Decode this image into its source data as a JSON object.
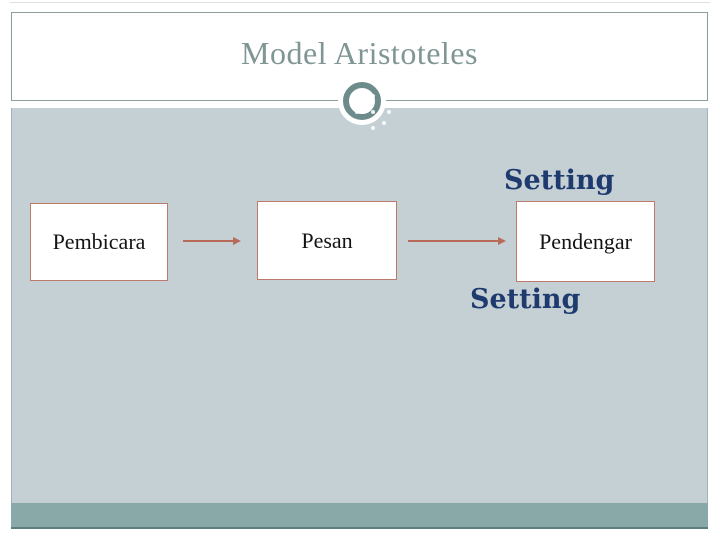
{
  "slide": {
    "title": "Model Aristoteles",
    "setting_top": "Setting",
    "setting_bottom": "Setting",
    "boxes": [
      {
        "label": "Pembicara"
      },
      {
        "label": "Pesan"
      },
      {
        "label": "Pendengar"
      }
    ],
    "ornament_icon": "ring-icon",
    "colors": {
      "body_bg": "#c5d0d4",
      "band_bg": "#88a9a8",
      "band_edge": "#5e7f7e",
      "frame_border": "#8a9e9e",
      "title_color": "#7f9695",
      "setting_color": "#1e3a6e",
      "box_border": "#bd7969",
      "arrow": "#b96a59",
      "ring": "#6e8b8b"
    }
  }
}
